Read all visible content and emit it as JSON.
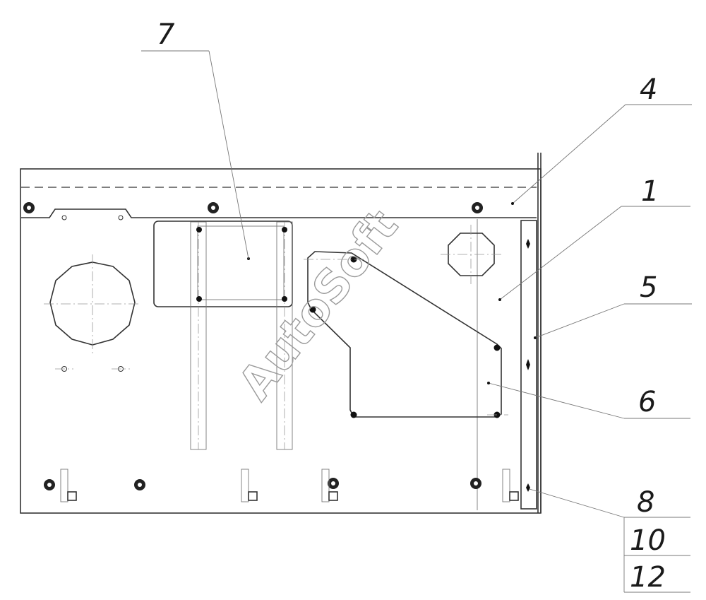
{
  "drawing": {
    "callouts": [
      "7",
      "4",
      "1",
      "5",
      "6",
      "8",
      "10",
      "12"
    ],
    "watermark": "AutoSoft"
  }
}
